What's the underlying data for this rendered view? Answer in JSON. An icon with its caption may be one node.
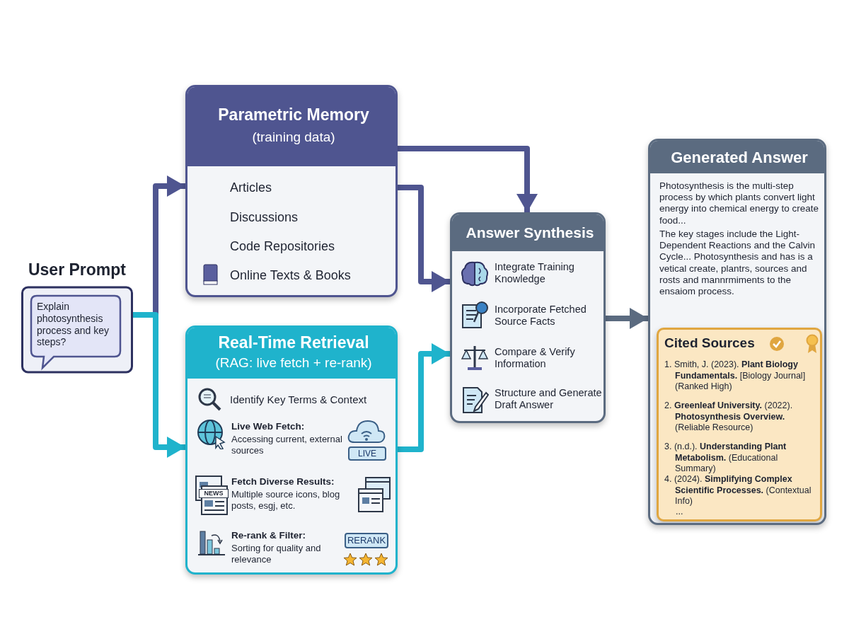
{
  "diagram": {
    "nodes": [
      {
        "text": [
          "User Prompt",
          "Explain photosynthesis process and key steps?"
        ]
      },
      {
        "text": [
          "Parametric Memory",
          "(training data)",
          "Articles",
          "Discussions",
          "Code Repositories",
          "Online Texts & Books"
        ]
      },
      {
        "text": [
          "Real-Time Retrieval",
          "(RAG: live fetch + re-rank)",
          "Identify Key Terms & Context",
          "Live Web Fetch:",
          "Accessing current, external sources",
          "LIVE",
          "NEWS",
          "Fetch Diverse Results:",
          "Multiple source icons, blog posts, esgj, etc.",
          "Re-rank & Filter:",
          "Sorting for quality and relevance",
          "RERANK"
        ]
      },
      {
        "text": [
          "Answer Synthesis",
          "Integrate Training Knowledge",
          "Incorporate Fetched Source Facts",
          "Compare & Verify Information",
          "Structure and Generate Draft Answer"
        ]
      },
      {
        "text": [
          "Generated Answer",
          "Photosynthesis is the multi-step process by which plants convert light energy into chemical energy to create food...",
          "The key stages include the Light-Dependent Reactions and the Calvin Cycle... Photosynthesis and has is a vetical create, plantrs, sources and rosts and mannrmiments to the ensaiom process."
        ]
      },
      {
        "text": [
          "Cited Sources",
          "1. Smith, J. (2023). **Plant Biology Fundamentals.** [Biology Journal] (Ranked High)",
          "2. **Greenleaf University.** (2022). **Photosynthesis Overview.** (Reliable Resource)",
          "3. (n.d.). **Understanding Plant Metabolism.** (Educational Summary)",
          "4. (2024). **Simplifying Complex Scientific Processes.** (Contextual Info)",
          "..."
        ],
        "in": 4
      }
    ],
    "edges": [
      {
        "from": 0,
        "to": 1,
        "arrow": "to"
      },
      {
        "from": 0,
        "to": 2,
        "arrow": "to",
        "color": "#1fb3cc"
      },
      {
        "from": 1,
        "to": 3,
        "arrow": "to"
      },
      {
        "from": 1,
        "to": 3,
        "arrow": "to"
      },
      {
        "from": 2,
        "to": 3,
        "arrow": "to",
        "color": "#1fb3cc"
      },
      {
        "from": 3,
        "to": 4,
        "arrow": "to",
        "color": "#5b6b80"
      }
    ]
  }
}
